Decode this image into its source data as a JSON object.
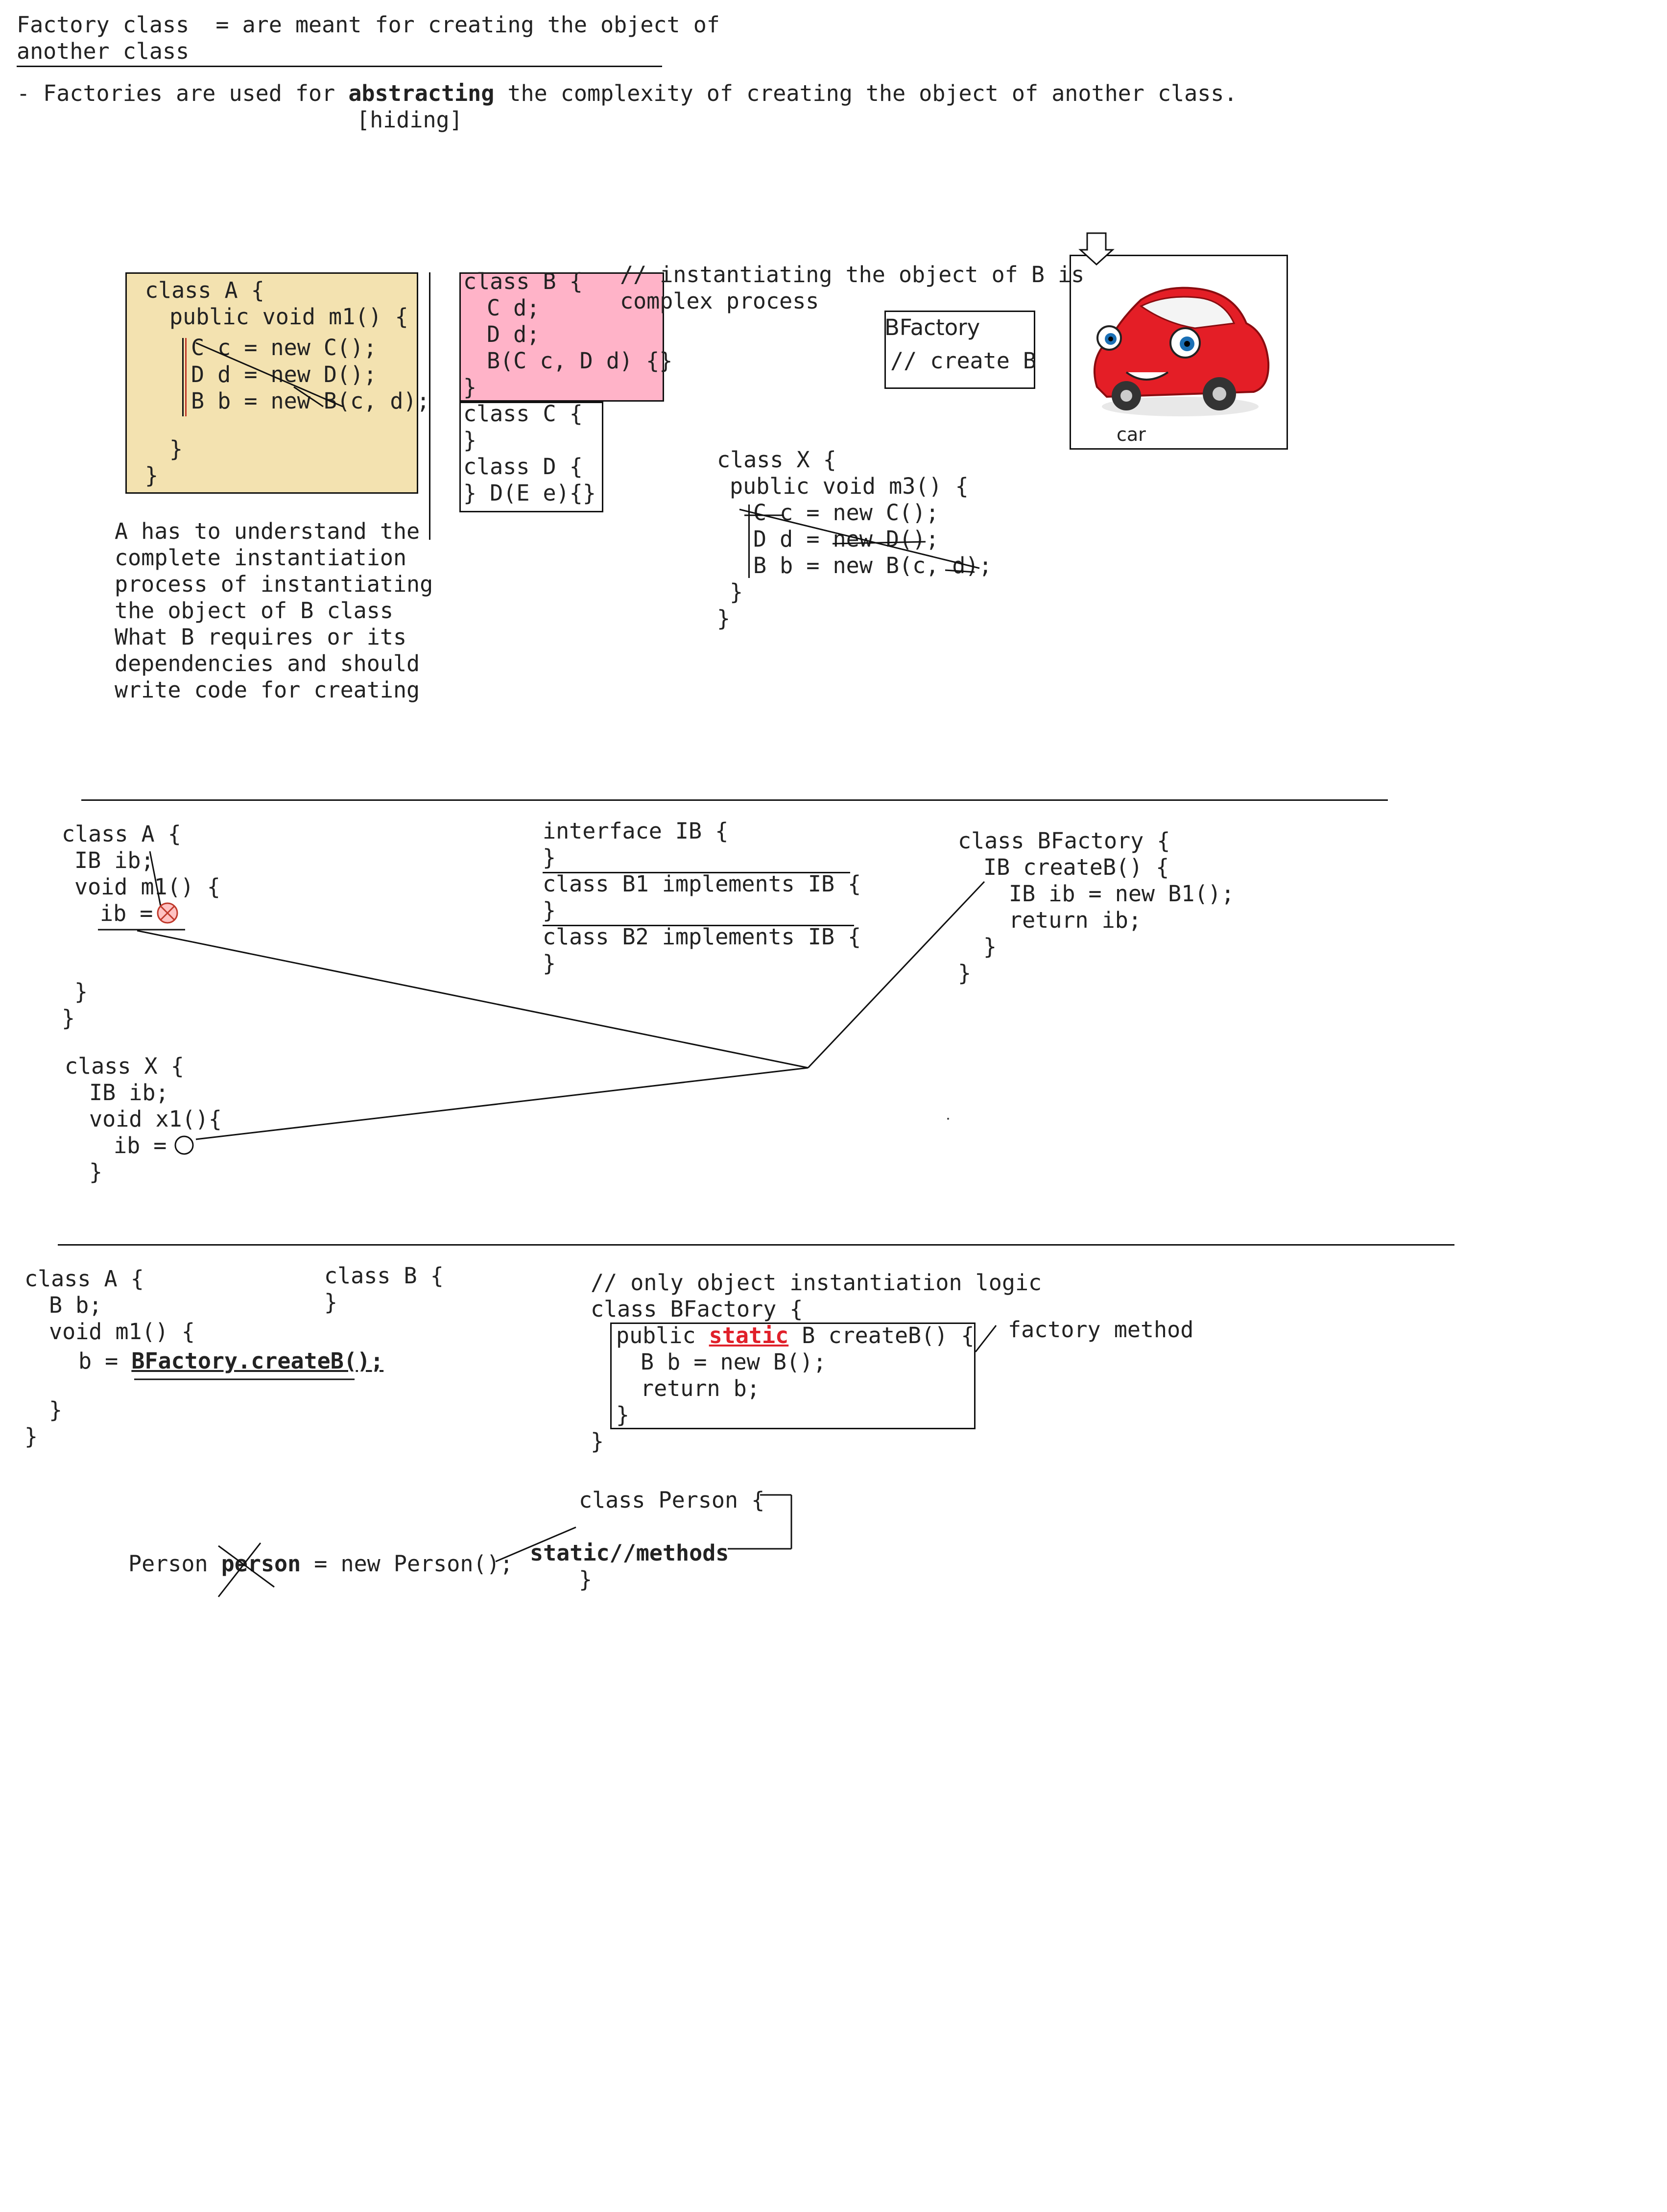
{
  "header": {
    "line1": "Factory class  = are meant for creating the object of",
    "line2": "another class",
    "bullet": "- Factories are used for ",
    "bullet_bold": "abstracting",
    "bullet_rest": " the complexity of creating the object of another class.",
    "hiding": "[hiding]"
  },
  "section1": {
    "classA": [
      "class A {",
      "public void m1() {",
      "C c = new C();",
      "D d = new D();",
      "B b = new B(c, d);",
      "}",
      "}"
    ],
    "classB": [
      "class B {",
      "C d;",
      "D d;",
      "B(C c, D d) {}",
      "}"
    ],
    "classC": [
      "class C {",
      "}"
    ],
    "classD": [
      "class D {",
      "} D(E e){}"
    ],
    "comment": [
      "// instantiating the object of B is",
      "complex process"
    ],
    "bfactory": [
      "BFactory",
      "// create B"
    ],
    "car_label": "car",
    "note": [
      "A has to understand the",
      "complete instantiation",
      "process of instantiating",
      "the object of B class",
      "What B requires or its",
      "dependencies and should",
      "write code for creating"
    ],
    "classX": [
      "class X {",
      "public void m3() {",
      "C c = new C();",
      "D d = new D();",
      "B b = new B(c, d);",
      "}",
      "}"
    ]
  },
  "section2": {
    "classA": [
      "class A {",
      "IB ib;",
      "void m1() {",
      "ib =",
      "}",
      "}"
    ],
    "classX": [
      "class X {",
      "IB ib;",
      "void x1(){",
      "ib =",
      "}"
    ],
    "interface": [
      "interface IB {",
      "}",
      "class B1 implements IB {",
      "}",
      "class B2 implements IB {",
      "}"
    ],
    "bfactory": [
      "class BFactory {",
      "IB createB() {",
      "IB ib = new B1();",
      "return ib;",
      "}",
      "}"
    ]
  },
  "section3": {
    "classA": [
      "class A {",
      "B b;",
      "void m1() {",
      "b = ",
      "BFactory.createB();",
      "}",
      "}"
    ],
    "classB": [
      "class B {",
      "}"
    ],
    "comment": "// only object instantiation logic",
    "bfactory": [
      "class BFactory {",
      "public ",
      "static",
      " B createB() {",
      "B b = new B();",
      "return b;",
      "}",
      "}"
    ],
    "factory_method_label": "factory method",
    "person_line": [
      "Person ",
      "person",
      " = new Person();"
    ],
    "person_class": [
      "class Person {",
      "static//methods",
      "}"
    ]
  },
  "colors": {
    "classA_box": "#f3e2b0",
    "classB_box": "#ffb3c8",
    "accent_red": "#e0202a",
    "car_red": "#e41e26"
  }
}
